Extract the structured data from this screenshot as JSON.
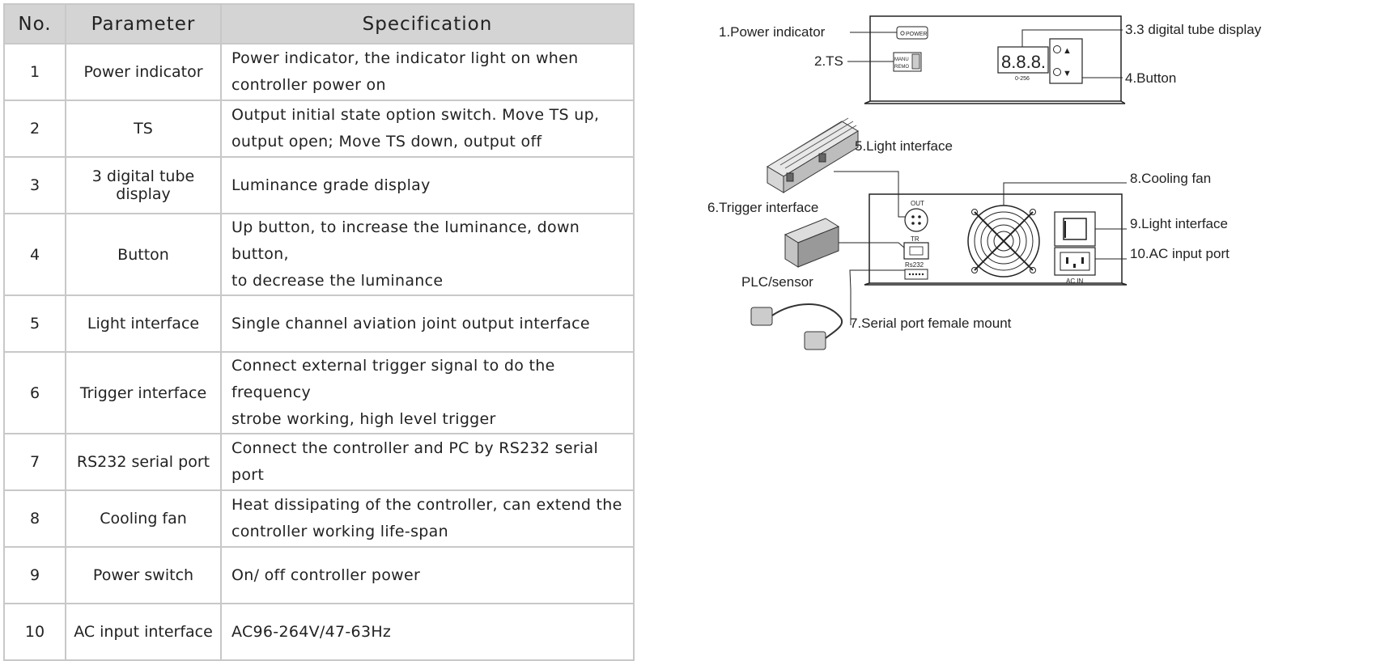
{
  "table": {
    "headers": {
      "no": "No.",
      "parameter": "Parameter",
      "specification": "Specification"
    },
    "rows": [
      {
        "no": "1",
        "parameter": "Power indicator",
        "spec_lines": [
          "Power indicator, the indicator light on when",
          "controller power on"
        ]
      },
      {
        "no": "2",
        "parameter": "TS",
        "spec_lines": [
          "Output initial state option switch. Move TS up,",
          "output open; Move TS down, output off"
        ]
      },
      {
        "no": "3",
        "parameter": "3 digital tube display",
        "spec_lines": [
          "Luminance grade display"
        ]
      },
      {
        "no": "4",
        "parameter": "Button",
        "spec_lines": [
          "Up button, to increase the luminance, down button,",
          "to decrease the luminance"
        ]
      },
      {
        "no": "5",
        "parameter": "Light interface",
        "spec_lines": [
          "Single channel aviation joint output interface"
        ]
      },
      {
        "no": "6",
        "parameter": "Trigger interface",
        "spec_lines": [
          "Connect external trigger signal to do the frequency",
          "strobe working, high level trigger"
        ]
      },
      {
        "no": "7",
        "parameter": "RS232 serial port",
        "spec_lines": [
          "Connect the controller and PC by RS232 serial port"
        ]
      },
      {
        "no": "8",
        "parameter": "Cooling fan",
        "spec_lines": [
          "Heat dissipating of the controller, can extend the",
          "controller working life-span"
        ]
      },
      {
        "no": "9",
        "parameter": "Power switch",
        "spec_lines": [
          "On/ off controller power"
        ]
      },
      {
        "no": "10",
        "parameter": "AC input interface",
        "spec_lines": [
          "AC96-264V/47-63Hz"
        ]
      }
    ]
  },
  "diagram": {
    "callouts": {
      "power_indicator": "1.Power indicator",
      "ts": "2.TS",
      "digital_display": "3.3 digital tube display",
      "button": "4.Button",
      "light_interface_5": "5.Light interface",
      "trigger_interface": "6.Trigger interface",
      "serial_port": "7.Serial port female mount",
      "cooling_fan": "8.Cooling fan",
      "light_interface_9": "9.Light interface",
      "ac_input": "10.AC input port",
      "plc_sensor": "PLC/sensor"
    },
    "panel_labels": {
      "power": "POWER",
      "manu": "MANU",
      "remo": "REMO",
      "digits": "8.8.8.",
      "range": "0-256",
      "up_arrow": "▲",
      "down_arrow": "▼",
      "out": "OUT",
      "tr": "TR",
      "rs232": "Rs232",
      "ac_in": "AC IN"
    }
  }
}
